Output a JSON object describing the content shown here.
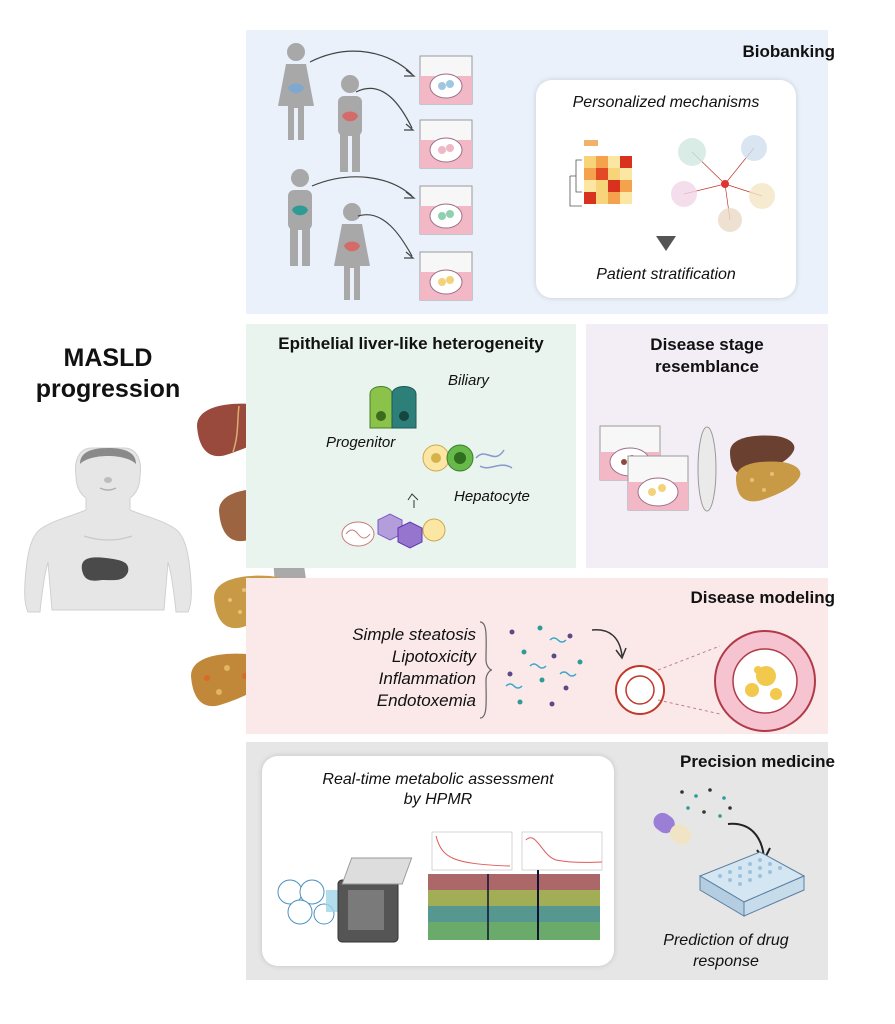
{
  "left": {
    "title_line1": "MASLD",
    "title_line2": "progression"
  },
  "biobanking": {
    "title": "Biobanking",
    "mechanisms": "Personalized mechanisms",
    "stratification": "Patient stratification"
  },
  "epithelial": {
    "title": "Epithelial liver-like heterogeneity",
    "biliary": "Biliary",
    "progenitor": "Progenitor",
    "hepatocyte": "Hepatocyte"
  },
  "stage": {
    "title_line1": "Disease stage",
    "title_line2": "resemblance"
  },
  "modeling": {
    "title": "Disease modeling",
    "items": [
      "Simple steatosis",
      "Lipotoxicity",
      "Inflammation",
      "Endotoxemia"
    ]
  },
  "precision": {
    "title": "Precision medicine",
    "assessment_line1": "Real-time metabolic assessment",
    "assessment_line2": "by HPMR",
    "prediction_line1": "Prediction of drug",
    "prediction_line2": "response"
  },
  "colors": {
    "biobanking_bg": "#eaf1fa",
    "epithelial_bg": "#e9f4ef",
    "stage_bg": "#f3eef6",
    "modeling_bg": "#fbe9e9",
    "precision_bg": "#e6e6e6",
    "liver_healthy": "#9a4a3c",
    "liver_steatotic": "#c89a45",
    "organoid_pink": "#f3b8c5"
  }
}
